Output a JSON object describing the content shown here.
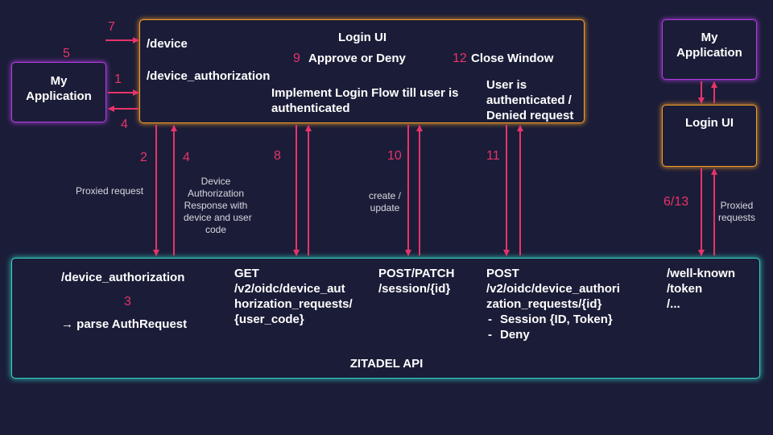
{
  "left_app": {
    "label": "My\nApplication"
  },
  "right_app": {
    "label": "My\nApplication"
  },
  "login_ui_main": {
    "title": "Login UI",
    "endpoint_device": "/device",
    "endpoint_device_authorization": "/device_authorization",
    "approve_or_deny": "Approve or Deny",
    "close_window": "Close Window",
    "implement_flow": "Implement Login Flow till user is\nauthenticated",
    "user_authenticated": "User is\nauthenticated /\nDenied request"
  },
  "login_ui_right": {
    "title": "Login UI"
  },
  "api": {
    "title": "ZITADEL API",
    "device_authorization": "/device_authorization",
    "parse_auth_request": "→ parse AuthRequest",
    "get_endpoint": "GET\n/v2/oidc/device_aut\nhorization_requests/\n{user_code}",
    "session_endpoint": "POST/PATCH\n/session/{id}",
    "post_endpoint": "POST\n/v2/oidc/device_authori\nzation_requests/{id}",
    "post_bullets": [
      "Session {ID, Token}",
      "Deny"
    ],
    "well_known": "/well-known\n/token\n/..."
  },
  "step_numbers": {
    "n1": "1",
    "n2": "2",
    "n3": "3",
    "n4_left": "4",
    "n4_arrow": "4",
    "n5": "5",
    "n6_13": "6/13",
    "n7": "7",
    "n8": "8",
    "n9": "9",
    "n10": "10",
    "n11": "11",
    "n12": "12"
  },
  "arrow_labels": {
    "proxied_request": "Proxied request",
    "device_authorization_response": "Device\nAuthorization\nResponse with\ndevice and user\ncode",
    "create_update": "create /\nupdate",
    "proxied_requests": "Proxied\nrequests"
  },
  "colors": {
    "background": "#1b1d38",
    "arrow": "#e8336a",
    "purple_border": "#b13ddf",
    "orange_border": "#f39c2b",
    "teal_border": "#35d0c4"
  }
}
